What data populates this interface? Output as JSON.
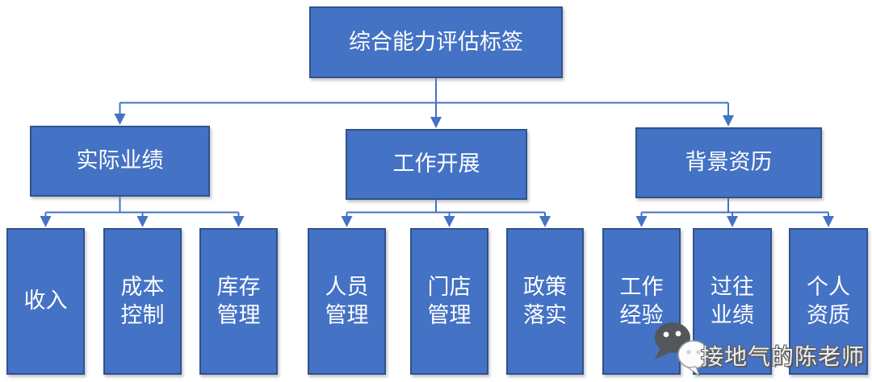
{
  "diagram": {
    "title": "综合能力评估标签",
    "branches": [
      {
        "label": "实际业绩",
        "children": [
          {
            "label": "收入"
          },
          {
            "label": "成本\n控制"
          },
          {
            "label": "库存\n管理"
          }
        ]
      },
      {
        "label": "工作开展",
        "children": [
          {
            "label": "人员\n管理"
          },
          {
            "label": "门店\n管理"
          },
          {
            "label": "政策\n落实"
          }
        ]
      },
      {
        "label": "背景资历",
        "children": [
          {
            "label": "工作\n经验"
          },
          {
            "label": "过往\n业绩"
          },
          {
            "label": "个人\n资质"
          }
        ]
      }
    ]
  },
  "watermark": {
    "text": "接地气的陈老师",
    "icon": "wechat-icon"
  },
  "colors": {
    "box_fill": "#4472C4",
    "box_border": "#2F528F",
    "box_text": "#FFFFFF",
    "connector": "#4472C4",
    "background": "#FFFFFF",
    "watermark_text": "#EFEFEF",
    "watermark_outline": "#5B5B5B",
    "wechat_dark": "#53565A",
    "wechat_light": "#FCFCFC"
  }
}
